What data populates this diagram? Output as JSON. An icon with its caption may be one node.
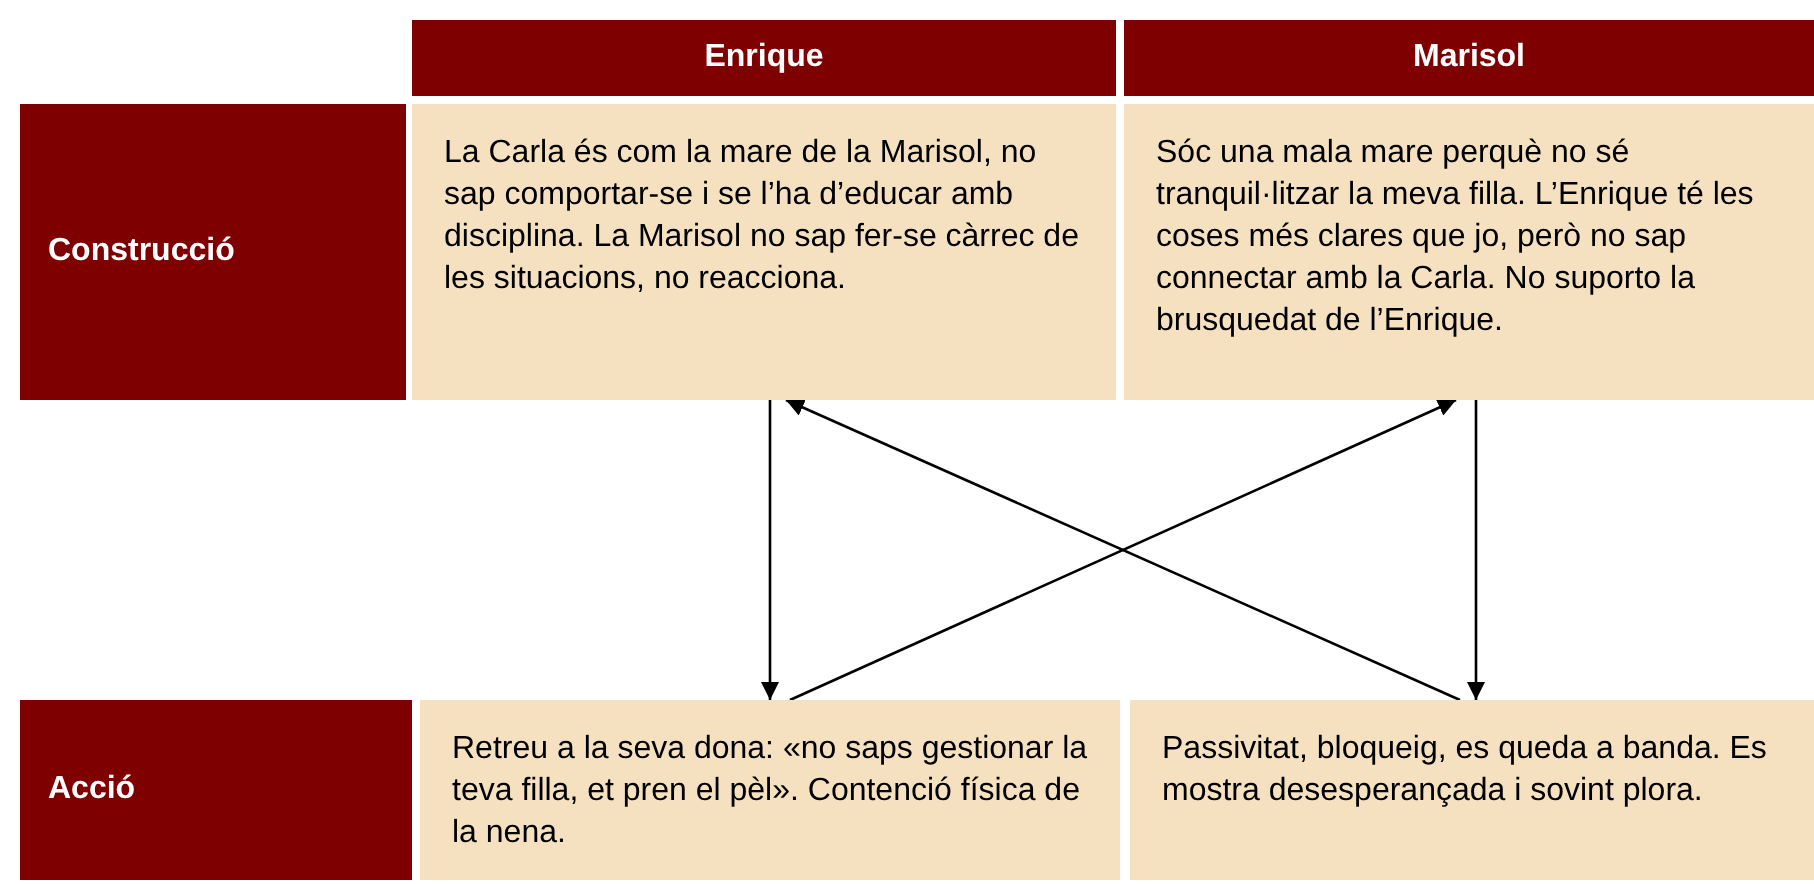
{
  "diagram": {
    "nodes": [
      {
        "text": [
          "Enrique"
        ]
      },
      {
        "text": [
          "Marisol"
        ]
      },
      {
        "text": [
          "Construcció"
        ]
      },
      {
        "text": [
          "La Carla és com la mare de la Marisol, no sap comportar-se i se l’ha d’educar amb disciplina. La Marisol no sap fer-se càrrec de les situacions, no reacciona."
        ]
      },
      {
        "text": [
          "Sóc una mala mare perquè no sé tranquil·litzar la meva filla. L’Enrique té les coses més clares que jo, però no sap connectar amb la Carla. No suporto la brusquedat de l’Enrique."
        ]
      },
      {
        "text": [
          "Acció"
        ]
      },
      {
        "text": [
          "Retreu a la seva dona: «no saps gestionar la teva filla, et pren el pèl». Contenció física de la nena."
        ]
      },
      {
        "text": [
          "Passivitat, bloqueig, es queda a banda. Es mostra desesperançada i sovint plora."
        ]
      }
    ],
    "edges": [
      {
        "from": 3,
        "to": 6,
        "arrow": "to"
      },
      {
        "from": 6,
        "to": 4,
        "arrow": "to"
      },
      {
        "from": 7,
        "to": 3,
        "arrow": "to"
      },
      {
        "from": 4,
        "to": 7,
        "arrow": "to"
      }
    ]
  }
}
